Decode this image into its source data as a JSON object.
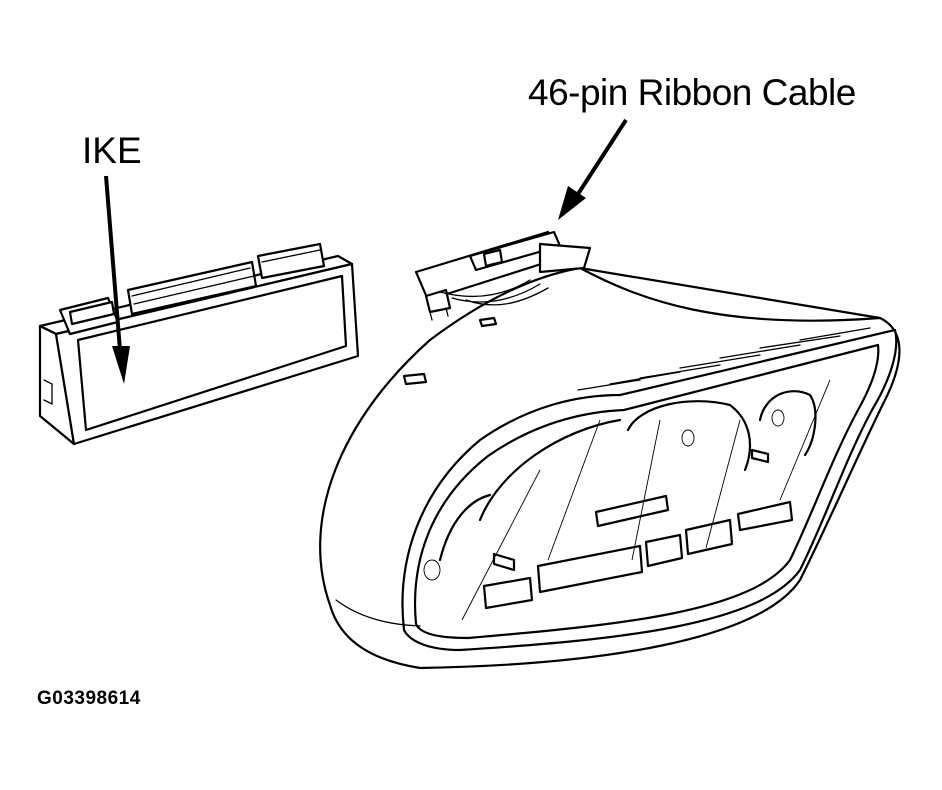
{
  "labels": {
    "ribbon_cable": "46-pin Ribbon Cable",
    "ike": "IKE",
    "figure_code": "G03398614"
  },
  "colors": {
    "line": "#000000",
    "background": "#ffffff"
  }
}
